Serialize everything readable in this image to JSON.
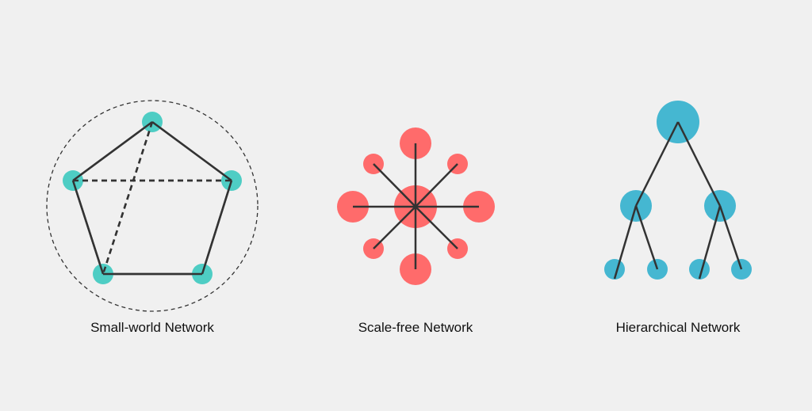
{
  "colors": {
    "background": "#f0f0f0",
    "edge": "#333333",
    "small_world_node": "#4ecdc4",
    "scale_free_node": "#ff6b6b",
    "hierarchical_node": "#45b7d1"
  },
  "small_world": {
    "label": "Small-world Network"
  },
  "scale_free": {
    "label": "Scale-free Network"
  },
  "hierarchical": {
    "label": "Hierarchical Network"
  }
}
